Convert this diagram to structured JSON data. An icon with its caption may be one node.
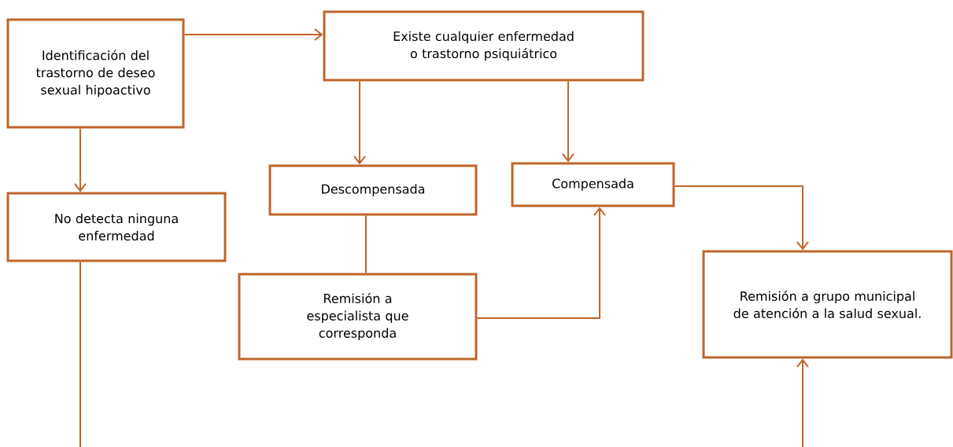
{
  "diagram": {
    "nodes": [
      {
        "text": [
          "Identificación del trastorno de deseo sexual hipoactivo"
        ]
      },
      {
        "text": [
          "Existe cualquier enfermedad o trastorno psiquiátrico"
        ]
      },
      {
        "text": [
          "No detecta ninguna enfermedad"
        ]
      },
      {
        "text": [
          "Descompensada"
        ]
      },
      {
        "text": [
          "Compensada"
        ]
      },
      {
        "text": [
          "Remisión a especialista que corresponda"
        ]
      },
      {
        "text": [
          "Remisión a grupo municipal de atención a la salud sexual."
        ]
      }
    ],
    "edges": [
      {
        "from": 0,
        "to": 1,
        "arrow": "to"
      },
      {
        "from": 0,
        "to": 2,
        "arrow": "to"
      },
      {
        "from": 1,
        "to": 3,
        "arrow": "to"
      },
      {
        "from": 1,
        "to": 4,
        "arrow": "to"
      },
      {
        "from": 3,
        "to": 5,
        "arrow": "none"
      },
      {
        "from": 5,
        "to": 4,
        "arrow": "to"
      },
      {
        "from": 4,
        "to": 6,
        "arrow": "to"
      },
      {
        "from": 2,
        "to": null,
        "arrow": "none"
      },
      {
        "from": null,
        "to": 6,
        "arrow": "to"
      }
    ]
  }
}
